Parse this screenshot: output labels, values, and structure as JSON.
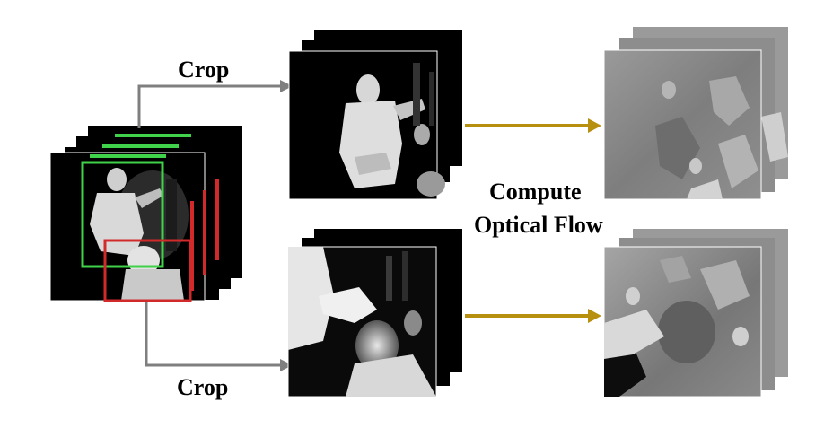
{
  "labels": {
    "crop_top": "Crop",
    "crop_bottom": "Crop",
    "compute_line1": "Compute",
    "compute_line2": "Optical Flow"
  },
  "colors": {
    "crop_arrow": "#7f7f7f",
    "flow_arrow": "#b8900f",
    "box_green": "#3fd24a",
    "box_red": "#d22a2a",
    "frame_dark": "#000000",
    "flow_gray": "#8e8e8e"
  },
  "icons": {
    "source": "video-frame-stack",
    "crops": "cropped-frame-stack",
    "flows": "optical-flow-stack"
  }
}
